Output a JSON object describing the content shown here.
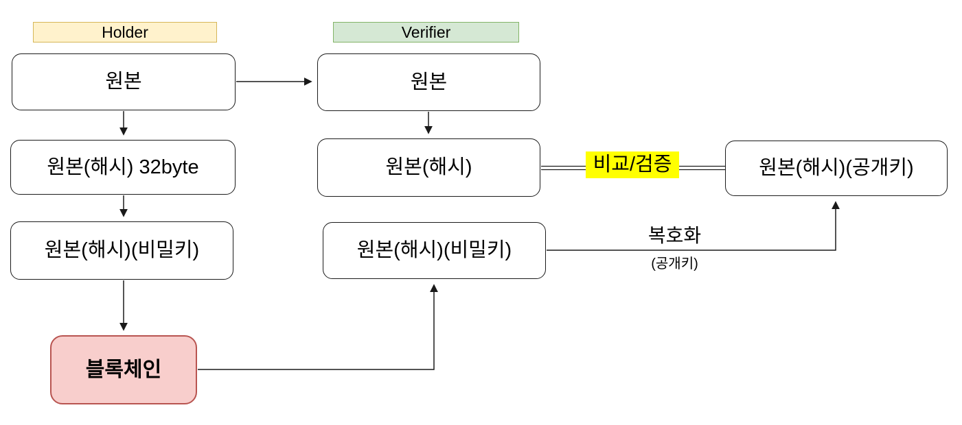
{
  "diagram": {
    "headers": {
      "holder": "Holder",
      "verifier": "Verifier"
    },
    "nodes": {
      "holder_original": "원본",
      "holder_hash": "원본(해시) 32byte",
      "holder_secret": "원본(해시)(비밀키)",
      "blockchain": "블록체인",
      "verifier_original": "원본",
      "verifier_hash": "원본(해시)",
      "verifier_secret": "원본(해시)(비밀키)",
      "verifier_pubkey": "원본(해시)(공개키)"
    },
    "edge_labels": {
      "compare": "비교/검증",
      "decrypt": "복호화",
      "decrypt_key": "(공개키)"
    },
    "colors": {
      "holder_tag_bg": "#FFF2CC",
      "holder_tag_border": "#D6B656",
      "verifier_tag_bg": "#D5E8D4",
      "verifier_tag_border": "#82B366",
      "blockchain_bg": "#F8CECC",
      "blockchain_border": "#B85450",
      "compare_highlight": "#FFFF00",
      "node_bg": "#FFFFFF",
      "node_border": "#1A1A1A",
      "line": "#1A1A1A",
      "text": "#000000"
    }
  }
}
